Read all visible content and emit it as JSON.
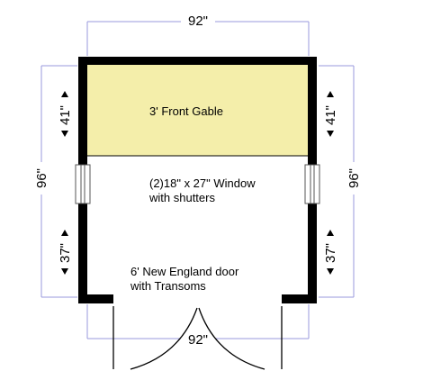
{
  "plan": {
    "dimensions": {
      "top_width": "92\"",
      "bottom_width": "92\"",
      "left_depth": "96\"",
      "right_depth": "96\"",
      "left_upper": "41\"",
      "right_upper": "41\"",
      "left_lower": "37\"",
      "right_lower": "37\""
    },
    "labels": {
      "gable": "3' Front Gable",
      "window_line1": "(2)18\" x 27\" Window",
      "window_line2": "with shutters",
      "door_line1": "6' New England door",
      "door_line2": "with Transoms"
    },
    "colors": {
      "wall": "#000000",
      "gable_fill": "#f4eeaa",
      "dimension_line": "#9999dd"
    }
  }
}
